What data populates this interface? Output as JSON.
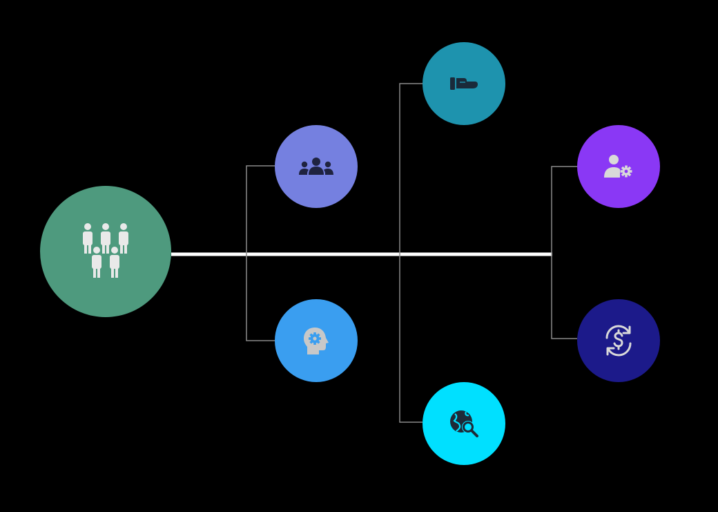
{
  "diagram": {
    "background": "#000000",
    "spine_color": "#ffffff",
    "branch_color": "#8a8a8a",
    "nodes": [
      {
        "id": "root",
        "icon": "people-group-icon",
        "color": "#4e9a7e"
      },
      {
        "id": "team",
        "icon": "team-icon",
        "color": "#7580e0"
      },
      {
        "id": "mind",
        "icon": "head-gear-icon",
        "color": "#3a9ef0"
      },
      {
        "id": "hand",
        "icon": "hand-offer-icon",
        "color": "#1e93ae"
      },
      {
        "id": "globe",
        "icon": "globe-search-icon",
        "color": "#00e0ff"
      },
      {
        "id": "admin",
        "icon": "user-settings-icon",
        "color": "#8a38f5"
      },
      {
        "id": "money",
        "icon": "currency-exchange-icon",
        "color": "#1c1a8a"
      }
    ]
  }
}
